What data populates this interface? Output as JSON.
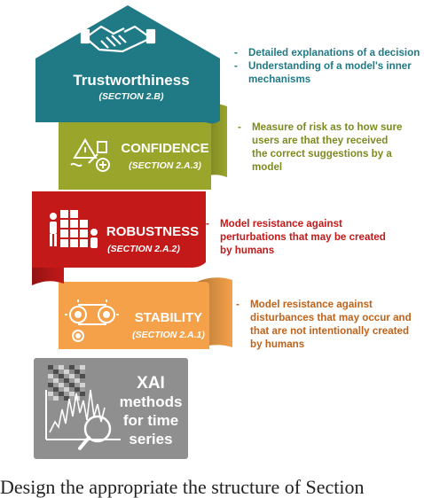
{
  "colors": {
    "trust": "#1f7a86",
    "confidence": "#9aa52b",
    "robustness": "#c41919",
    "stability": "#f4a14a",
    "xai": "#8f8f8f",
    "trust_text": "#1f7a86",
    "confidence_text": "#7d8a1f",
    "robustness_text": "#c41919",
    "stability_text": "#c0631a"
  },
  "blocks": {
    "trust": {
      "title": "Trustworthiness",
      "section": "(SECTION 2.B)",
      "icon": "handshake-icon"
    },
    "confidence": {
      "title": "CONFIDENCE",
      "section": "(SECTION 2.A.3)",
      "icon": "risk-assessment-icon"
    },
    "robustness": {
      "title": "ROBUSTNESS",
      "section": "(SECTION 2.A.2)",
      "icon": "people-stacking-blocks-icon"
    },
    "stability": {
      "title": "STABILITY",
      "section": "(SECTION 2.A.1)",
      "icon": "gears-belt-icon"
    },
    "xai": {
      "line1": "XAI",
      "line2": "methods",
      "line3": "for time",
      "line4": "series",
      "icon": "time-series-magnifier-icon"
    }
  },
  "descriptions": {
    "trust": [
      "Detailed explanations of a decision",
      "Understanding of a model's inner mechanisms"
    ],
    "confidence": [
      "Measure of risk as to how sure users are that they received the correct suggestions by a model"
    ],
    "robustness": [
      "Model resistance against perturbations that may be created by humans"
    ],
    "stability": [
      "Model resistance against disturbances that may occur and that are not intentionally created by humans"
    ]
  },
  "dash": "-",
  "caption": "Design the appropriate the structure of Section"
}
